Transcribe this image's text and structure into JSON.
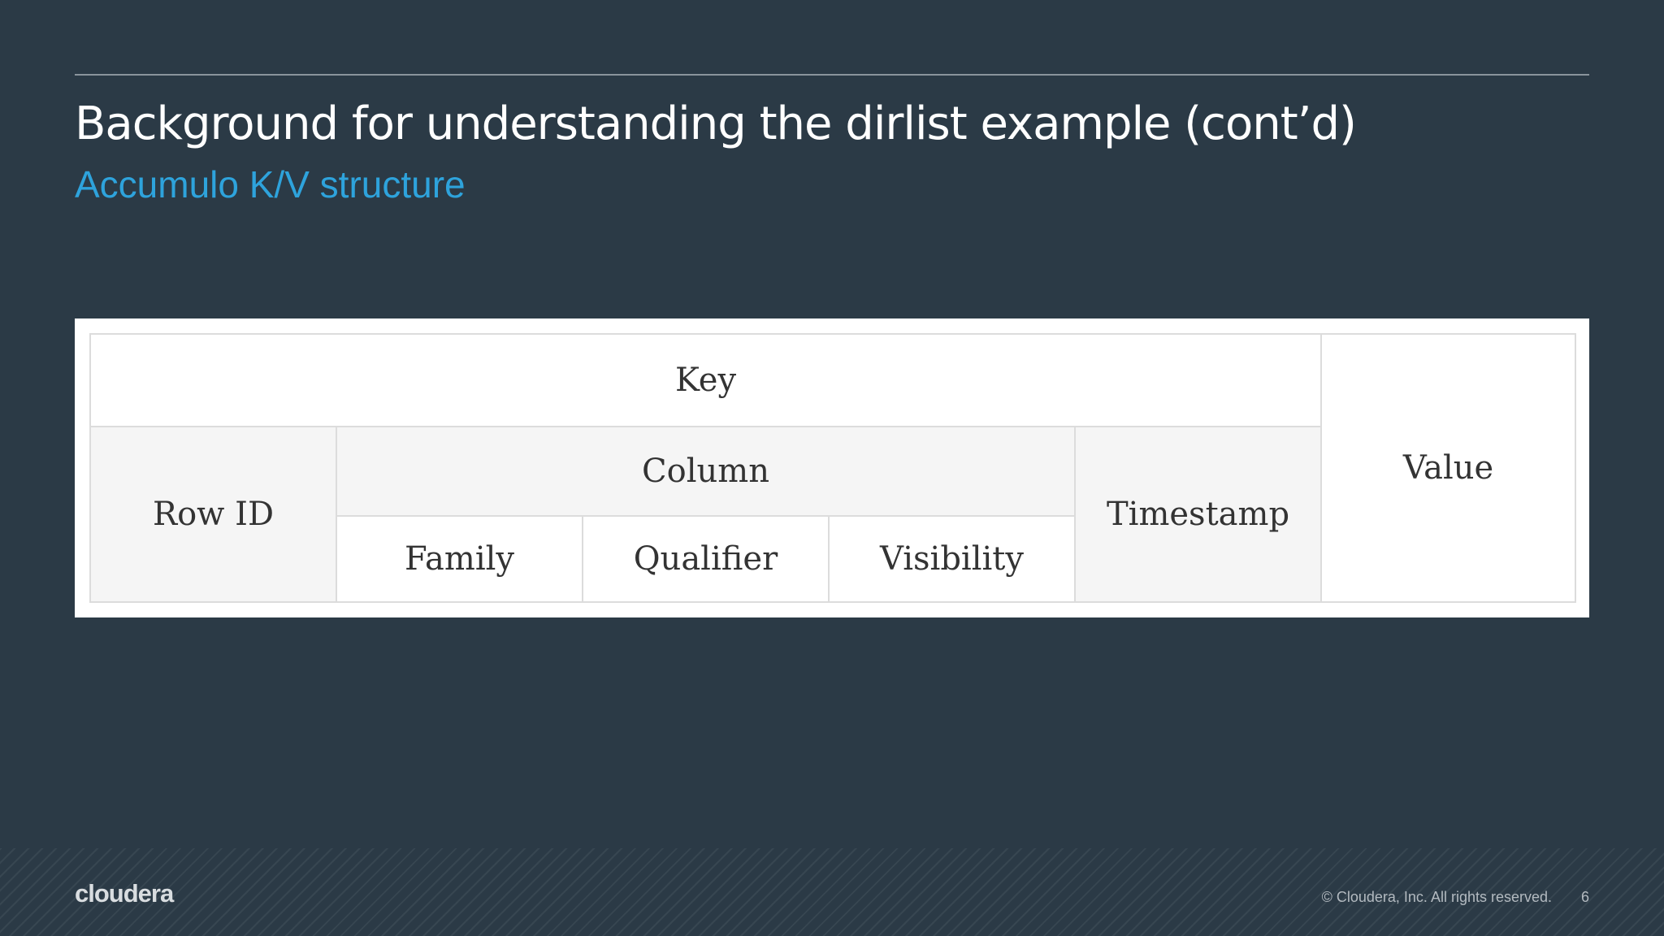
{
  "slide": {
    "title": "Background for understanding the dirlist example (cont’d)",
    "subtitle": "Accumulo K/V structure"
  },
  "table": {
    "key": "Key",
    "value": "Value",
    "row_id": "Row ID",
    "column": "Column",
    "timestamp": "Timestamp",
    "family": "Family",
    "qualifier": "Qualifier",
    "visibility": "Visibility"
  },
  "footer": {
    "logo_text": "cloudera",
    "copyright": "© Cloudera, Inc. All rights reserved.",
    "page_number": "6"
  },
  "colors": {
    "background": "#2b3a46",
    "title": "#ffffff",
    "subtitle_accent": "#2ea3dc"
  }
}
